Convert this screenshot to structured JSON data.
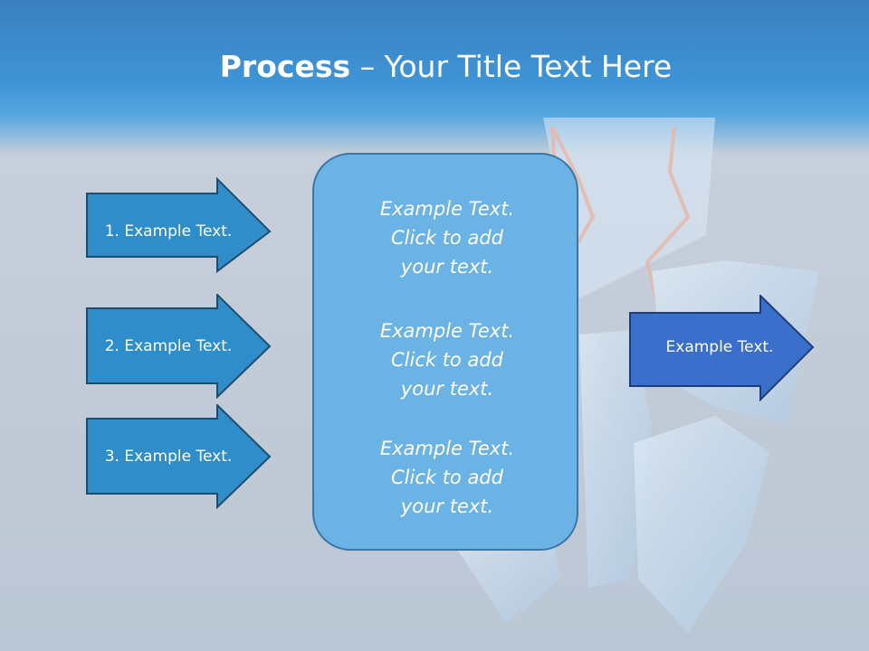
{
  "title": {
    "bold": "Process",
    "rest": " – Your Title Text Here"
  },
  "left_arrows": [
    {
      "label": "1. Example Text."
    },
    {
      "label": "2. Example Text."
    },
    {
      "label": "3. Example Text."
    }
  ],
  "center_box": {
    "paragraphs": [
      {
        "lines": [
          "Example Text.",
          "Click  to add",
          "your text."
        ]
      },
      {
        "lines": [
          "Example Text.",
          "Click  to add",
          "your text."
        ]
      },
      {
        "lines": [
          "Example Text.",
          "Click  to add",
          "your text."
        ]
      }
    ]
  },
  "right_arrow": {
    "label": "Example Text."
  },
  "colors": {
    "left_arrow_fill": "#2f8ec9",
    "left_arrow_stroke": "#1d4d6e",
    "center_fill": "#6bb2e5",
    "right_arrow_fill": "#3b6fcc",
    "header": "#3f95d6"
  }
}
